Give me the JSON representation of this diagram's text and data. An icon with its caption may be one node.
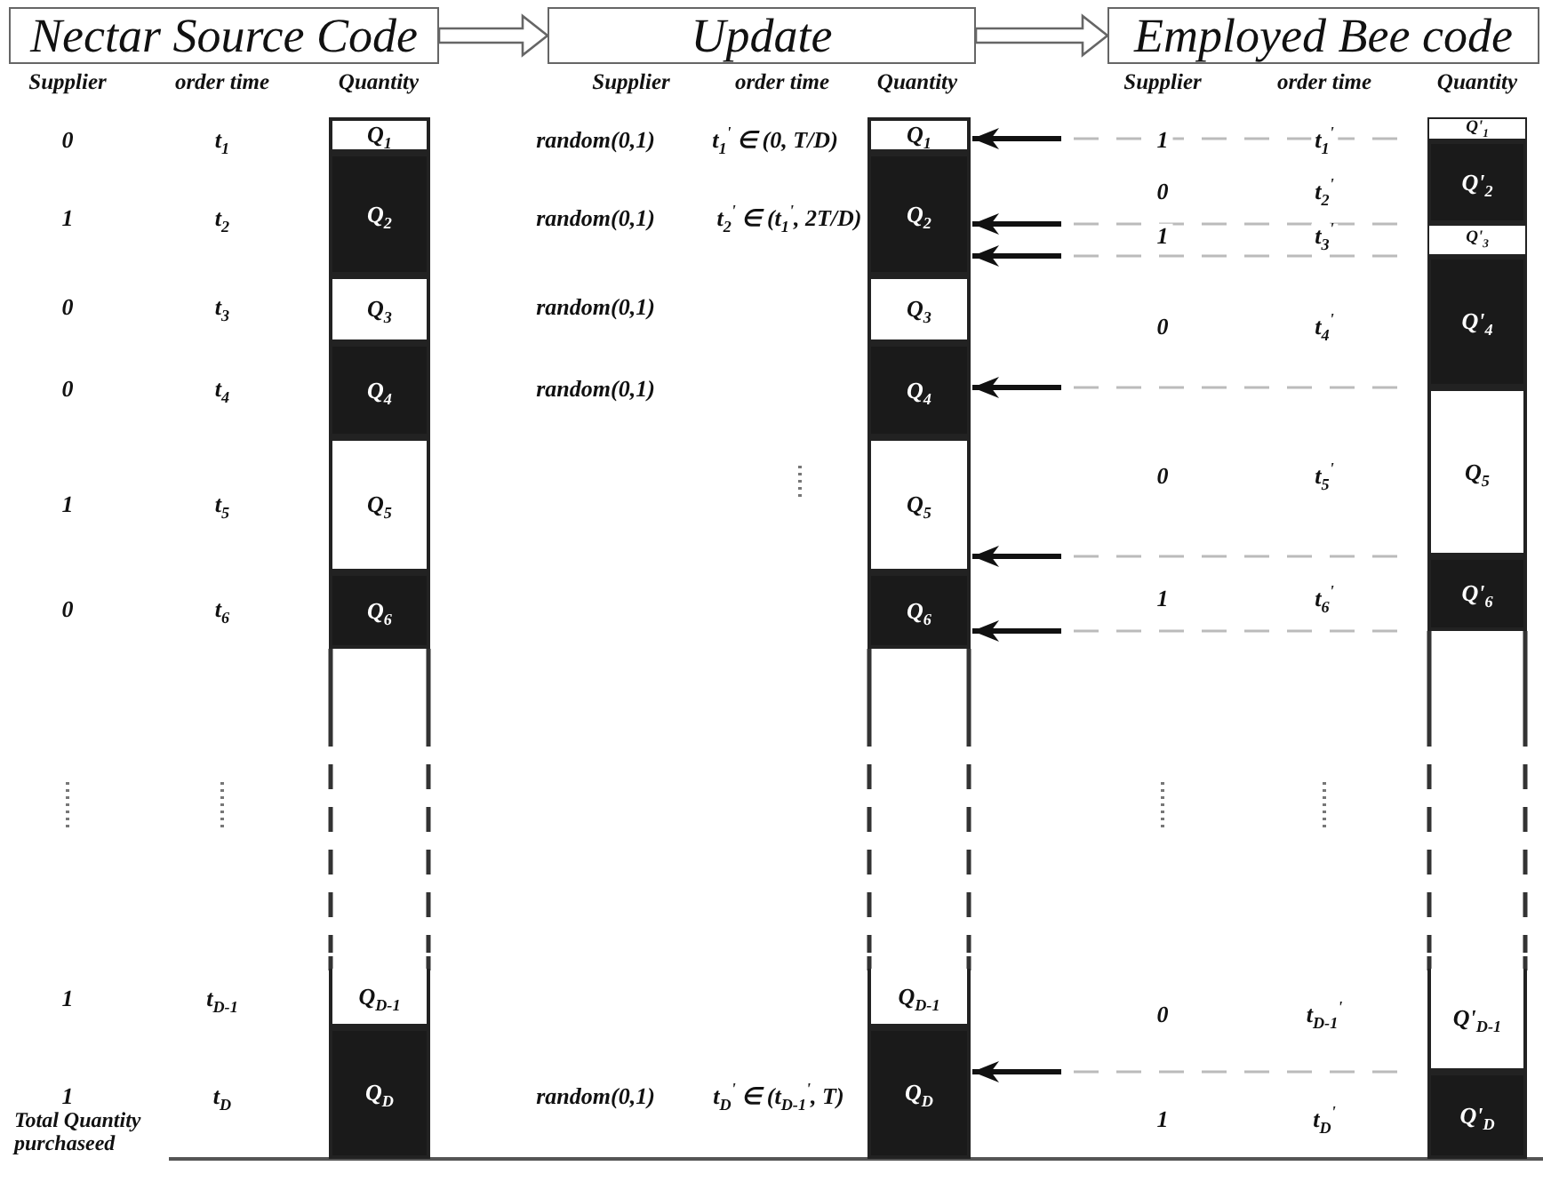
{
  "diagram": {
    "nodes": [
      {
        "text": [
          "Nectar Source Code"
        ]
      },
      {
        "text": [
          "Update"
        ]
      },
      {
        "text": [
          "Employed Bee code"
        ]
      },
      {
        "text": [
          "Q$_{1}$"
        ]
      },
      {
        "text": [
          "Q$_{2}$"
        ]
      },
      {
        "text": [
          "Q$_{3}$"
        ]
      },
      {
        "text": [
          "Q$_{4}$"
        ]
      },
      {
        "text": [
          "Q$_{5}$"
        ]
      },
      {
        "text": [
          "Q$_{6}$"
        ]
      },
      {
        "text": [
          "Q$_{D-1}$"
        ]
      },
      {
        "text": [
          "Q$_{D}$"
        ]
      },
      {
        "text": [
          "Q$_{1}$"
        ]
      },
      {
        "text": [
          "Q$_{2}$"
        ]
      },
      {
        "text": [
          "Q$_{3}$"
        ]
      },
      {
        "text": [
          "Q$_{4}$"
        ]
      },
      {
        "text": [
          "Q$_{5}$"
        ]
      },
      {
        "text": [
          "Q$_{6}$"
        ]
      },
      {
        "text": [
          "Q$_{D-1}$"
        ]
      },
      {
        "text": [
          "Q$_{D}$"
        ]
      },
      {
        "text": [
          "Q'$_{1}$"
        ]
      },
      {
        "text": [
          "Q'$_{2}$"
        ]
      },
      {
        "text": [
          "Q'$_{3}$"
        ]
      },
      {
        "text": [
          "Q'$_{4}$"
        ]
      },
      {
        "text": [
          "Q$_{5}$"
        ]
      },
      {
        "text": [
          "Q'$_{6}$"
        ]
      },
      {
        "text": [
          "Q'$_{D-1}$"
        ]
      },
      {
        "text": [
          "Q'$_{D}$"
        ]
      }
    ],
    "edges": [
      {
        "from": 0,
        "to": 1,
        "arrow": "to"
      },
      {
        "from": 1,
        "to": 2,
        "arrow": "to"
      },
      {
        "from": null,
        "to": 11,
        "arrow": "to"
      },
      {
        "from": null,
        "to": 12,
        "arrow": "to"
      },
      {
        "from": null,
        "to": 12,
        "arrow": "to"
      },
      {
        "from": null,
        "to": 14,
        "arrow": "to"
      },
      {
        "from": null,
        "to": 15,
        "arrow": "to"
      },
      {
        "from": null,
        "to": 16,
        "arrow": "to"
      },
      {
        "from": null,
        "to": 18,
        "arrow": "to"
      }
    ],
    "labels": [
      "Supplier",
      "order time",
      "Quantity",
      "Supplier",
      "order time",
      "Quantity",
      "Supplier",
      "order time",
      "Quantity",
      "0",
      "t$_{1}$",
      "1",
      "t$_{2}$",
      "0",
      "t$_{3}$",
      "0",
      "t$_{4}$",
      "1",
      "t$_{5}$",
      "0",
      "t$_{6}$",
      "1",
      "t$_{D-1}$",
      "1",
      "t$_{D}$",
      "random(0,1)",
      "t$_{1}$$^{'}$ ∈ (0, T/D)",
      "random(0,1)",
      "t$_{2}$$^{'}$ ∈ (t$_{1}$$^{'}$, 2T/D)",
      "random(0,1)",
      "random(0,1)",
      "random(0,1)",
      "t$_{D}$$^{'}$ ∈ (t$_{D-1}$$^{'}$, T)",
      "1",
      "t$_{1}$$^{'}$",
      "0",
      "t$_{2}$$^{'}$",
      "1",
      "t$_{3}$$^{'}$",
      "0",
      "t$_{4}$$^{'}$",
      "0",
      "t$_{5}$$^{'}$",
      "1",
      "t$_{6}$$^{'}$",
      "0",
      "t$_{D-1}$$^{'}$",
      "1",
      "t$_{D}$$^{'}$",
      "Total Quantity purchaseed"
    ]
  }
}
